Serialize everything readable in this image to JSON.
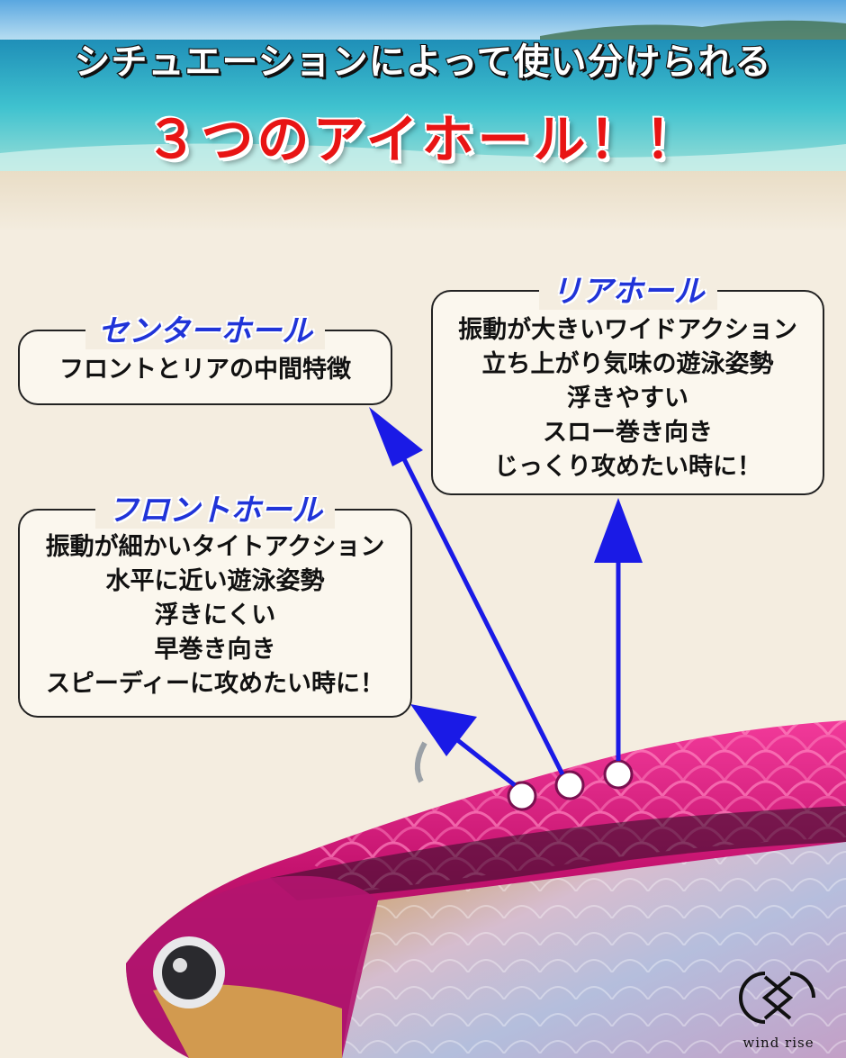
{
  "headline": {
    "line1": "シチュエーションによって使い分けられる",
    "line2": "３つのアイホール！！"
  },
  "callouts": {
    "center": {
      "title": "センターホール",
      "lines": [
        "フロントとリアの中間特徴"
      ]
    },
    "rear": {
      "title": "リアホール",
      "lines": [
        "振動が大きいワイドアクション",
        "立ち上がり気味の遊泳姿勢",
        "浮きやすい",
        "スロー巻き向き",
        "じっくり攻めたい時に！"
      ]
    },
    "front": {
      "title": "フロントホール",
      "lines": [
        "振動が細かいタイトアクション",
        "水平に近い遊泳姿勢",
        "浮きにくい",
        "早巻き向き",
        "スピーディーに攻めたい時に！"
      ]
    }
  },
  "brand": {
    "name": "wind rise",
    "logo_icon": "wind-rise-logo-icon"
  },
  "colors": {
    "headline_red": "#e81414",
    "callout_title_blue": "#2034d8",
    "arrow_blue": "#1a1ae6",
    "lure_pink": "#d6197e"
  }
}
